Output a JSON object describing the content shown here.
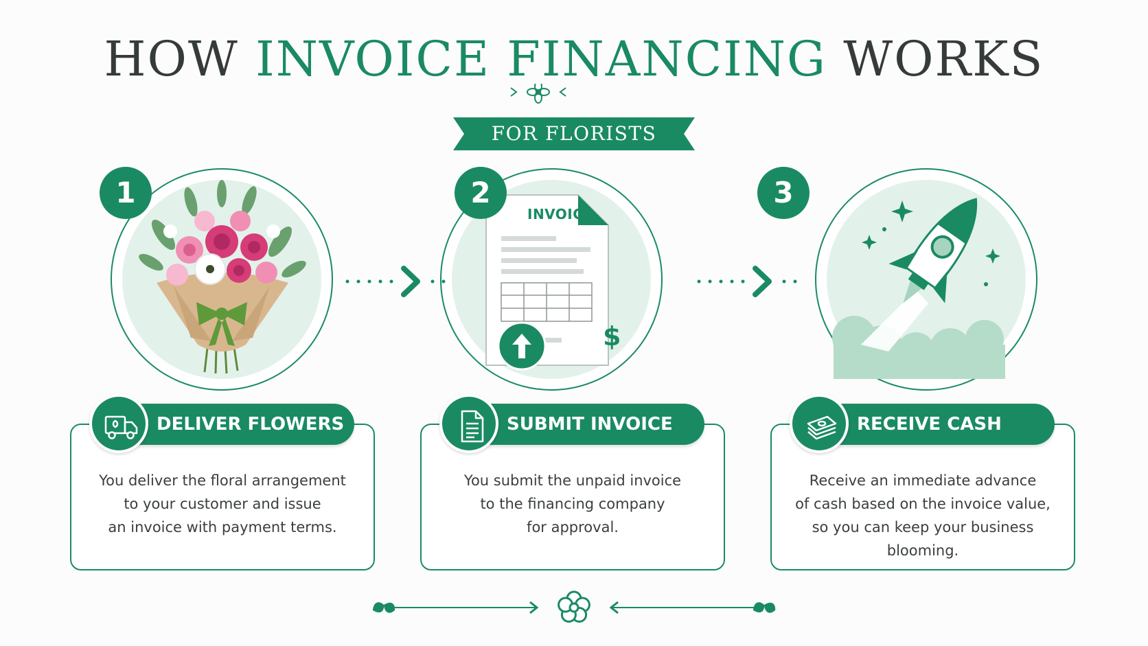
{
  "title": {
    "part1": "HOW ",
    "part2": "INVOICE FINANCING",
    "part3": " WORKS"
  },
  "subtitle": "FOR FLORISTS",
  "colors": {
    "accent": "#1a8a63",
    "pale": "#e3f1eb",
    "text": "#3a3f3e",
    "title": "#353b3a"
  },
  "steps": [
    {
      "number": "1",
      "label": "DELIVER FLOWERS",
      "icon": "delivery-truck-icon",
      "illustration": "flower-bouquet",
      "description": "You deliver the floral arrangement\nto your customer and issue\nan invoice with payment terms."
    },
    {
      "number": "2",
      "label": "SUBMIT INVOICE",
      "icon": "document-icon",
      "illustration": "invoice-document",
      "invoice_heading": "INVOICE",
      "currency_symbol": "$",
      "description": "You submit the unpaid invoice\nto the financing company\nfor approval."
    },
    {
      "number": "3",
      "label": "RECEIVE CASH",
      "icon": "cash-stack-icon",
      "illustration": "rocket-launch",
      "description": "Receive an immediate advance\nof cash based on the invoice value,\nso you can keep your business\nblooming."
    }
  ]
}
